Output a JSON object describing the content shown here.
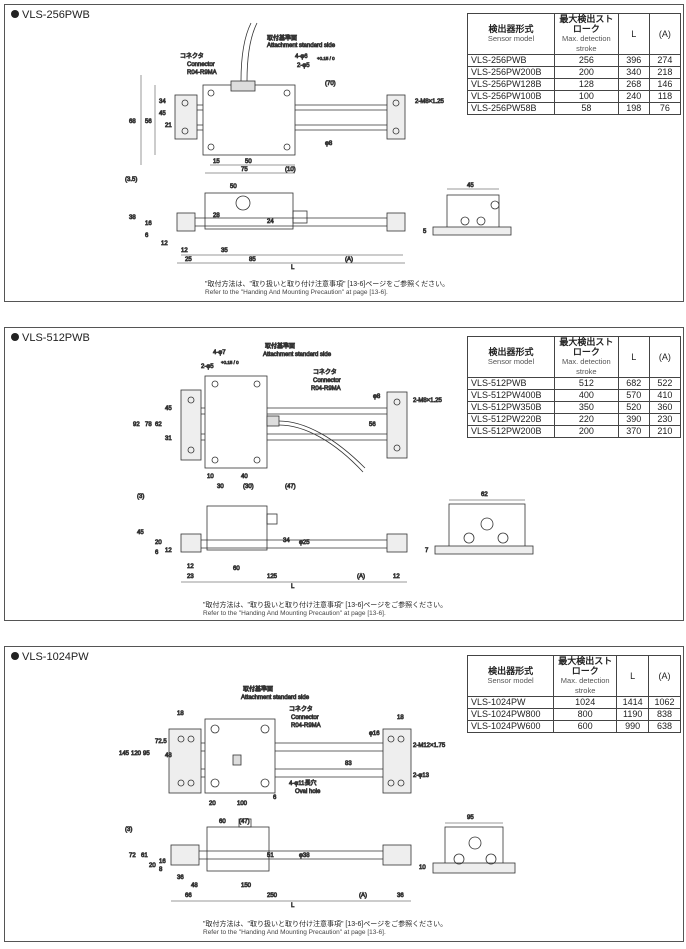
{
  "header_headers": {
    "model_jp": "検出器形式",
    "model_en": "Sensor model",
    "stroke_jp": "最大検出ストローク",
    "stroke_en": "Max. detection stroke",
    "L": "L",
    "A": "(A)"
  },
  "note": {
    "jp": "\"取付方法は、\"取り扱いと取り付け注意事項\" [13-6]ページをご参照ください。",
    "en": "Refer to the \"Handing And Mounting Precaution\" at page [13-6]."
  },
  "sections": [
    {
      "title": "VLS-256PWB",
      "rows": [
        [
          "VLS-256PWB",
          "256",
          "396",
          "274"
        ],
        [
          "VLS-256PW200B",
          "200",
          "340",
          "218"
        ],
        [
          "VLS-256PW128B",
          "128",
          "268",
          "146"
        ],
        [
          "VLS-256PW100B",
          "100",
          "240",
          "118"
        ],
        [
          "VLS-256PW58B",
          "58",
          "198",
          "76"
        ]
      ],
      "labels": {
        "connector_jp": "コネクタ",
        "connector_en": "Connector",
        "connector_part": "R04-R9MA",
        "attach_jp": "取付基準面",
        "attach_en": "Attachment standard side",
        "holes_a": "4-φ6",
        "holes_b": "2-φ5",
        "tol": "+0.15 / 0",
        "thread": "2-M8×1.25",
        "d68": "68",
        "d56": "56",
        "d45": "45",
        "d34": "34",
        "d21": "21",
        "d70": "(70)",
        "d8": "φ8",
        "d15": "15",
        "d50": "50",
        "d75": "75",
        "d10": "(10)",
        "s50": "50",
        "s35": "(3.5)",
        "s38": "38",
        "s16": "16",
        "s6": "6",
        "s28": "28",
        "s24": "24",
        "s12": "12",
        "s12b": "12",
        "s35b": "35",
        "s25": "25",
        "s85": "85",
        "sA": "(A)",
        "sL": "L",
        "e45": "45",
        "e5": "5"
      }
    },
    {
      "title": "VLS-512PWB",
      "rows": [
        [
          "VLS-512PWB",
          "512",
          "682",
          "522"
        ],
        [
          "VLS-512PW400B",
          "400",
          "570",
          "410"
        ],
        [
          "VLS-512PW350B",
          "350",
          "520",
          "360"
        ],
        [
          "VLS-512PW220B",
          "220",
          "390",
          "230"
        ],
        [
          "VLS-512PW200B",
          "200",
          "370",
          "210"
        ]
      ],
      "labels": {
        "connector_jp": "コネクタ",
        "connector_en": "Connector",
        "connector_part": "R04-R9MA",
        "attach_jp": "取付基準面",
        "attach_en": "Attachment standard side",
        "holes_a": "4-φ7",
        "holes_b": "2-φ5",
        "tol": "+0.15 / 0",
        "thread": "2-M8×1.25",
        "d92": "92",
        "d78": "78",
        "d62": "62",
        "d45": "45",
        "d31": "31",
        "d56": "56",
        "d8": "φ8",
        "d10": "10",
        "d30": "30",
        "d40": "40",
        "d30b": "(30)",
        "d47": "(47)",
        "s3": "(3)",
        "s45": "45",
        "s20": "20",
        "s6": "6",
        "s12": "12",
        "s34": "34",
        "s25": "φ25",
        "s12b": "12",
        "s23": "23",
        "s60": "60",
        "s125": "125",
        "sA": "(A)",
        "s12c": "12",
        "sL": "L",
        "e62": "62",
        "e7": "7"
      }
    },
    {
      "title": "VLS-1024PW",
      "rows": [
        [
          "VLS-1024PW",
          "1024",
          "1414",
          "1062"
        ],
        [
          "VLS-1024PW800",
          "800",
          "1190",
          "838"
        ],
        [
          "VLS-1024PW600",
          "600",
          "990",
          "638"
        ]
      ],
      "labels": {
        "connector_jp": "コネクタ",
        "connector_en": "Connector",
        "connector_part": "R04-R9MA",
        "attach_jp": "取付基準面",
        "attach_en": "Attachment standard side",
        "oval_jp": "4-φ11長穴",
        "oval_en": "Oval hole",
        "thread": "2-M12×1.75",
        "holes_b": "2-φ13",
        "d145": "145",
        "d120": "120",
        "d95": "95",
        "d72": "72.5",
        "d48": "48",
        "d83": "83",
        "d16": "φ16",
        "d18": "18",
        "d18b": "18",
        "d20": "20",
        "d100": "100",
        "d6": "6",
        "s3": "(3)",
        "s72": "72",
        "s61": "61",
        "s20": "20",
        "s8": "8",
        "s16": "16",
        "s51": "51",
        "s38": "φ38",
        "s60": "60",
        "s47": "(47)",
        "s36": "36",
        "s48": "48",
        "s66": "66",
        "s150": "150",
        "s250": "250",
        "sA": "(A)",
        "s36b": "36",
        "sL": "L",
        "e95": "95",
        "e10": "10"
      }
    }
  ]
}
